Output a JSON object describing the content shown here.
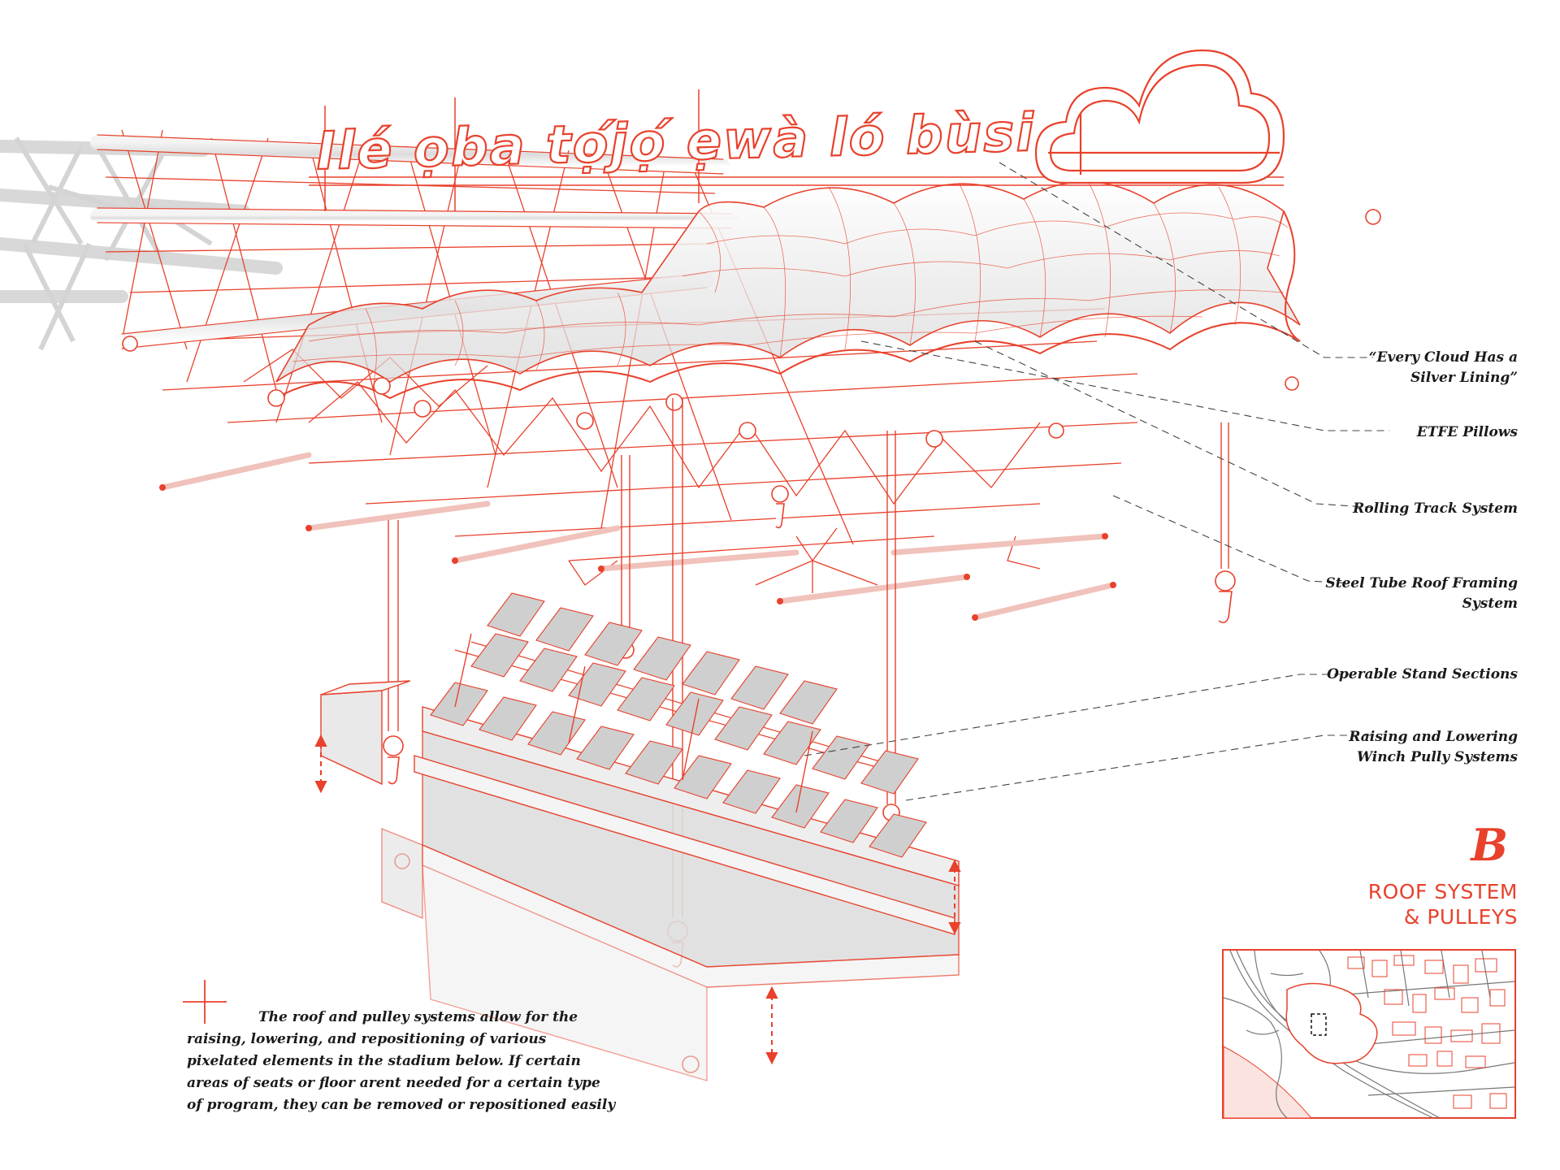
{
  "sign": {
    "text": "Ilé ọba tọ́jọ́ ẹwà ló bùsi"
  },
  "callouts": [
    {
      "id": "cloud",
      "lines": [
        "“Every Cloud Has a",
        "Silver Lining”"
      ]
    },
    {
      "id": "etfe",
      "lines": [
        "ETFE Pillows"
      ]
    },
    {
      "id": "track",
      "lines": [
        "Rolling Track System"
      ]
    },
    {
      "id": "framing",
      "lines": [
        "Steel Tube Roof Framing",
        "System"
      ]
    },
    {
      "id": "stands",
      "lines": [
        "Operable Stand Sections"
      ]
    },
    {
      "id": "winch",
      "lines": [
        "Raising and Lowering",
        "Winch Pully Systems"
      ]
    }
  ],
  "section": {
    "letter": "B",
    "title": "ROOF SYSTEM\n& PULLEYS"
  },
  "description": "The roof and pulley systems allow for the raising, lowering, and repositioning of various pixelated elements in the stadium below. If certain areas of seats or floor arent needed for a certain type of program, they can be removed or repositioned easily",
  "colors": {
    "accent": "#e8412c",
    "tube_grey": "#d9d9d9",
    "text": "#1a1a1a",
    "map_fill": "#fbe3df"
  }
}
